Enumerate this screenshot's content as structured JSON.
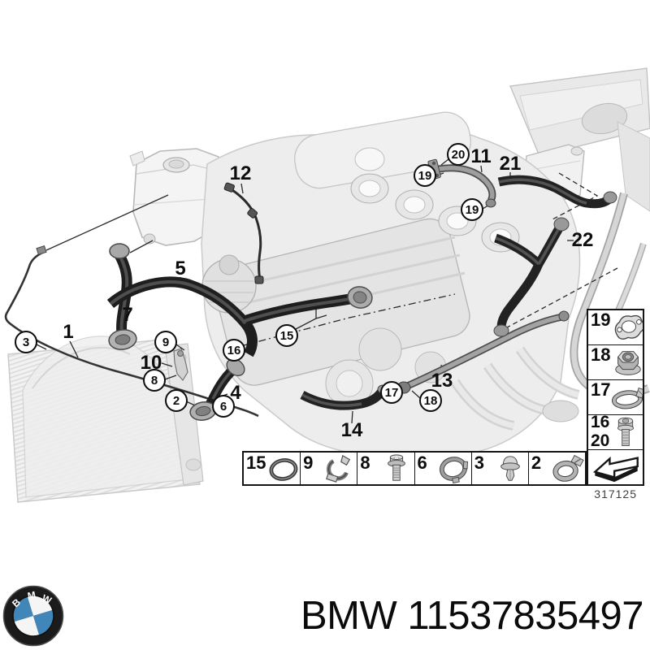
{
  "diagram": {
    "drawing_number": "317125",
    "callouts": [
      {
        "label": "12",
        "circled": false
      },
      {
        "label": "20",
        "circled": true
      },
      {
        "label": "19",
        "circled": true
      },
      {
        "label": "11",
        "circled": false
      },
      {
        "label": "21",
        "circled": false
      },
      {
        "label": "19",
        "circled": true
      },
      {
        "label": "22",
        "circled": false
      },
      {
        "label": "5",
        "circled": false
      },
      {
        "label": "7",
        "circled": false
      },
      {
        "label": "1",
        "circled": false
      },
      {
        "label": "3",
        "circled": true
      },
      {
        "label": "9",
        "circled": true
      },
      {
        "label": "10",
        "circled": false
      },
      {
        "label": "8",
        "circled": true
      },
      {
        "label": "15",
        "circled": true
      },
      {
        "label": "16",
        "circled": true
      },
      {
        "label": "2",
        "circled": true
      },
      {
        "label": "6",
        "circled": true
      },
      {
        "label": "4",
        "circled": false
      },
      {
        "label": "14",
        "circled": false
      },
      {
        "label": "13",
        "circled": false
      },
      {
        "label": "17",
        "circled": true
      },
      {
        "label": "18",
        "circled": true
      }
    ]
  },
  "legend_bottom": {
    "items": [
      {
        "number": "15",
        "icon": "o-ring"
      },
      {
        "number": "9",
        "icon": "pipe-clamp"
      },
      {
        "number": "8",
        "icon": "hex-bolt"
      },
      {
        "number": "6",
        "icon": "profile-clamp"
      },
      {
        "number": "3",
        "icon": "expanding-rivet"
      },
      {
        "number": "2",
        "icon": "hose-clamp"
      }
    ]
  },
  "legend_right": {
    "rows": [
      {
        "numbers": [
          "19"
        ],
        "icon": "gasket"
      },
      {
        "numbers": [
          "18"
        ],
        "icon": "flange-nut"
      },
      {
        "numbers": [
          "17"
        ],
        "icon": "band-clamp"
      },
      {
        "numbers": [
          "16",
          "20"
        ],
        "icon": "socket-screw"
      },
      {
        "numbers": [],
        "icon": "direction-arrow"
      }
    ]
  },
  "footer": {
    "text": "BMW 11537835497",
    "brand": "BMW",
    "part_number": "11537835497",
    "logo_letters": [
      "B",
      "M",
      "W"
    ]
  },
  "colors": {
    "hose_dark": "#1e1e1e",
    "pipe_gray": "#8a8a8a",
    "ghost_gray": "#e9e9e9",
    "logo_blue": "#4186b8",
    "line_black": "#141414"
  }
}
